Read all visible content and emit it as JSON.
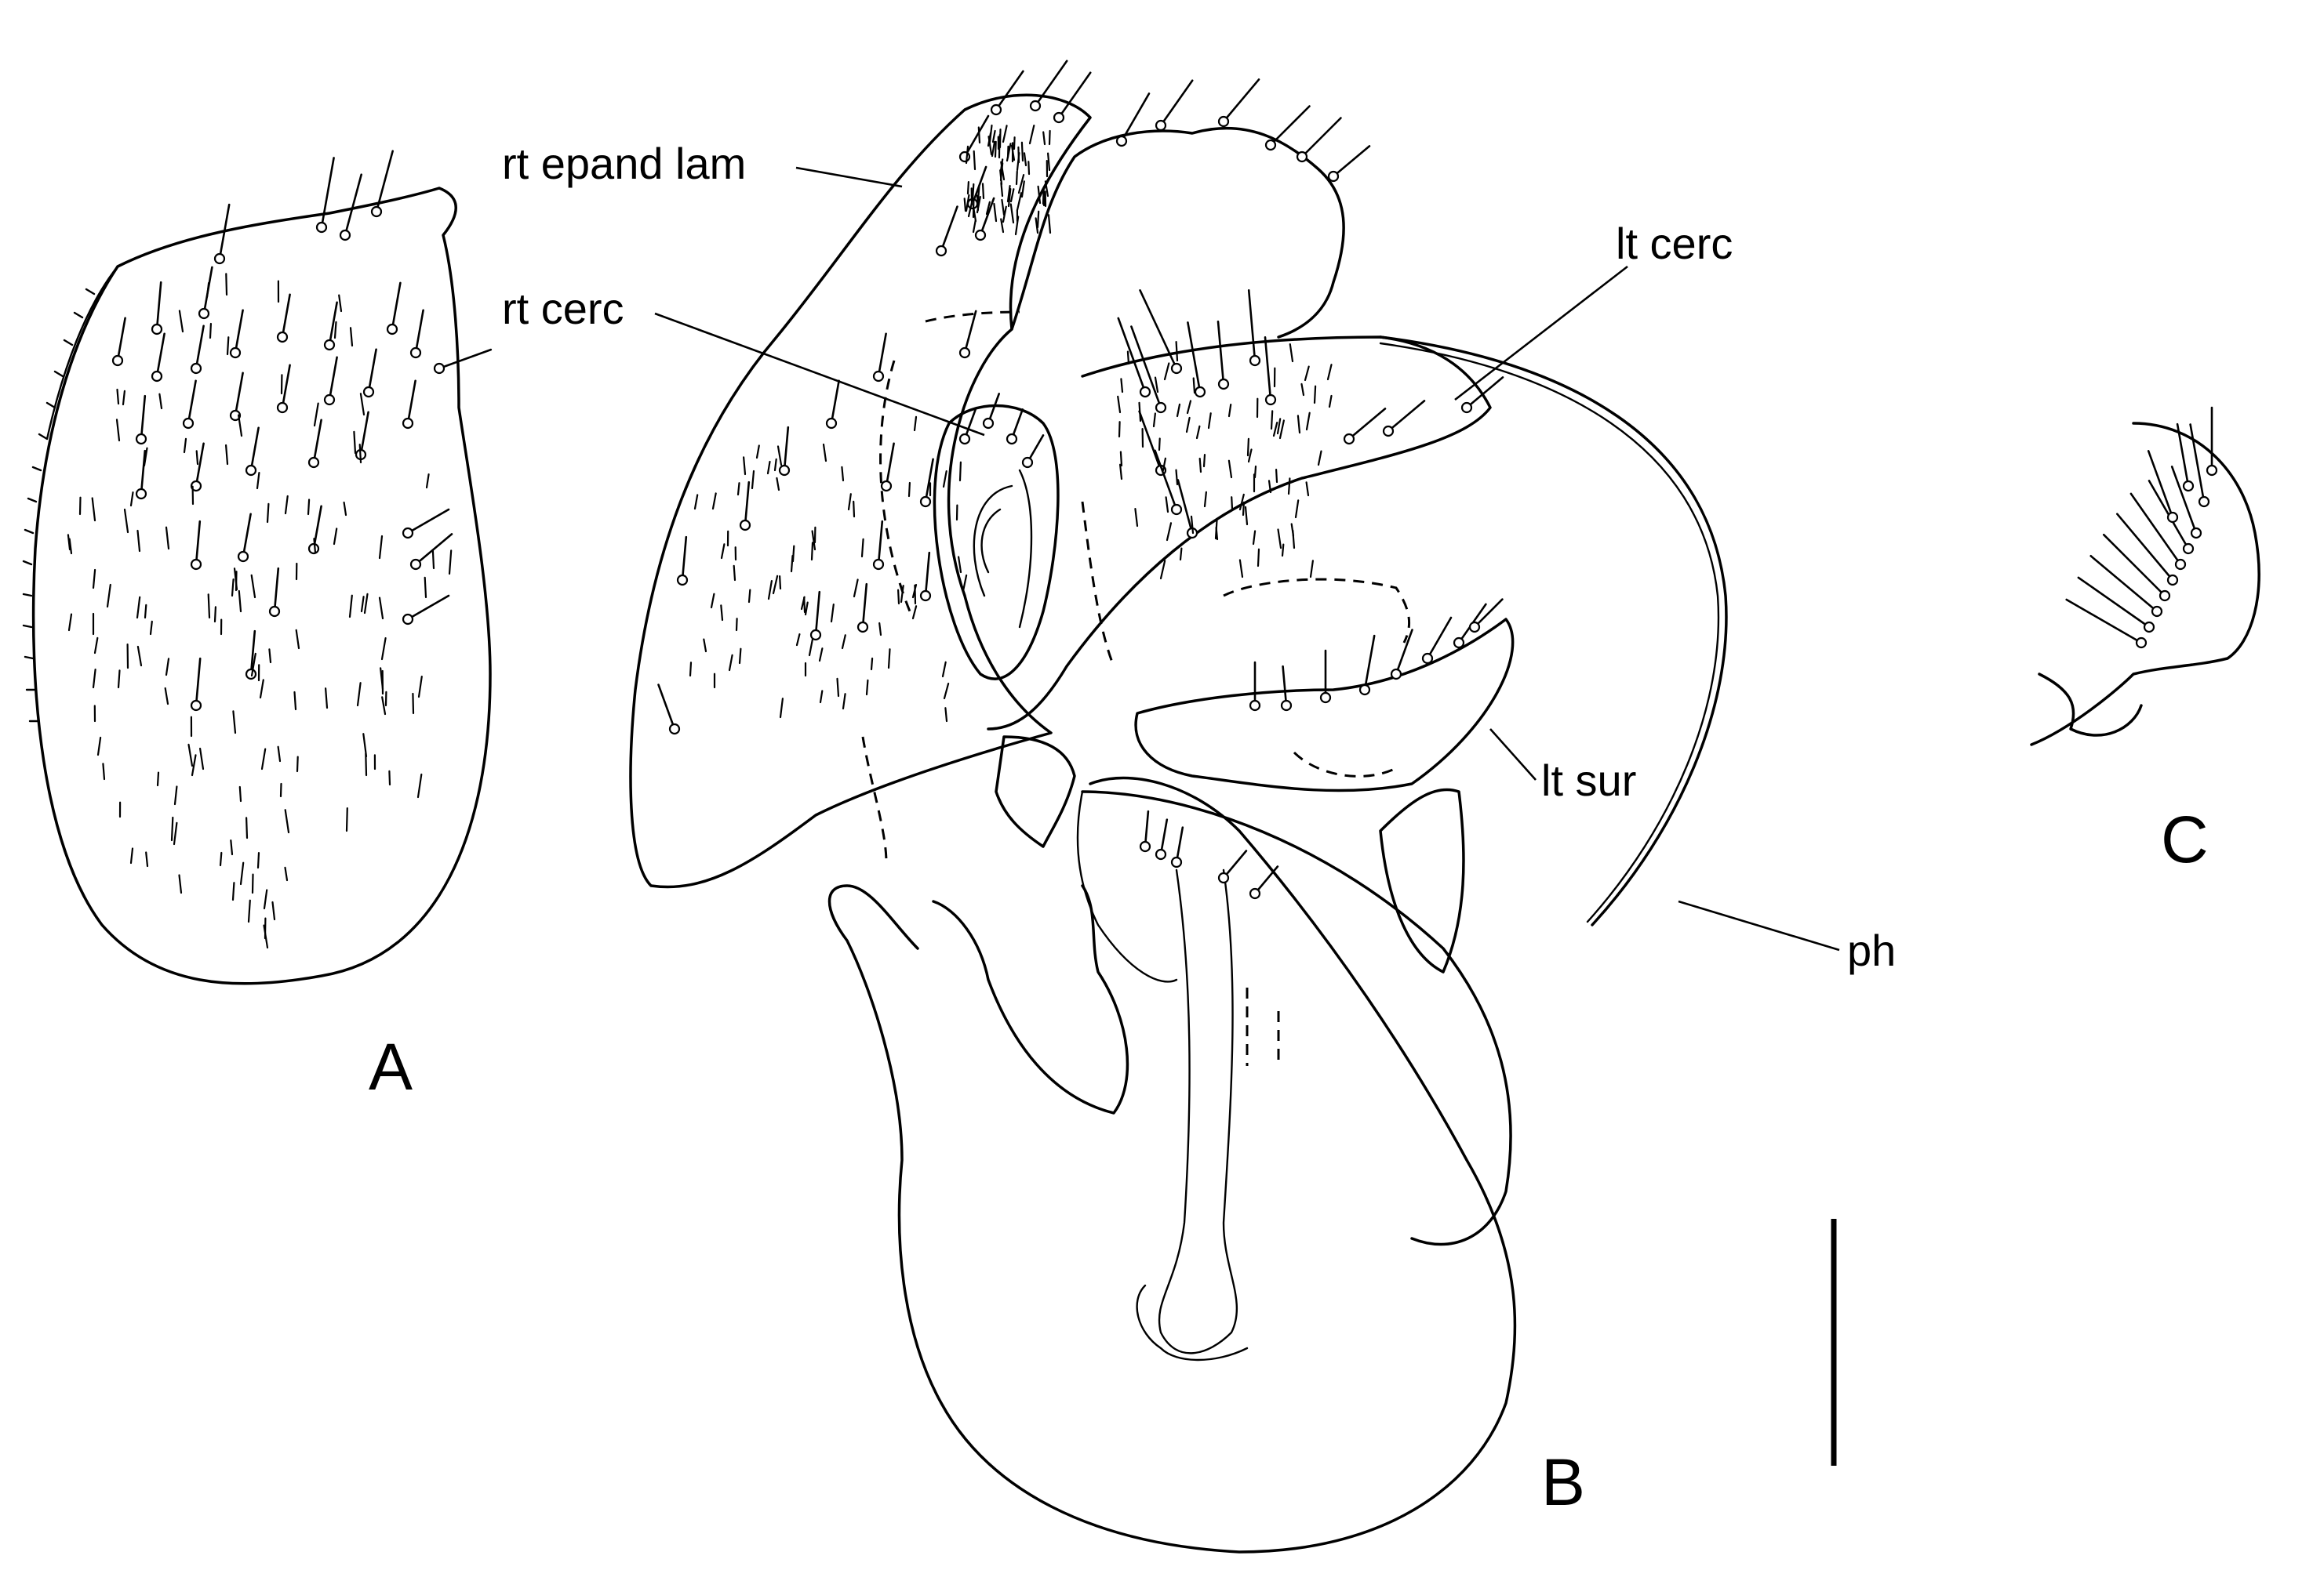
{
  "figure": {
    "panels": {
      "a": "A",
      "b": "B",
      "c": "C"
    },
    "labels": {
      "rt_epand_lam": "rt epand lam",
      "rt_cerc": "rt cerc",
      "lt_cerc": "lt cerc",
      "lt_sur": "lt sur",
      "ph": "ph"
    }
  }
}
